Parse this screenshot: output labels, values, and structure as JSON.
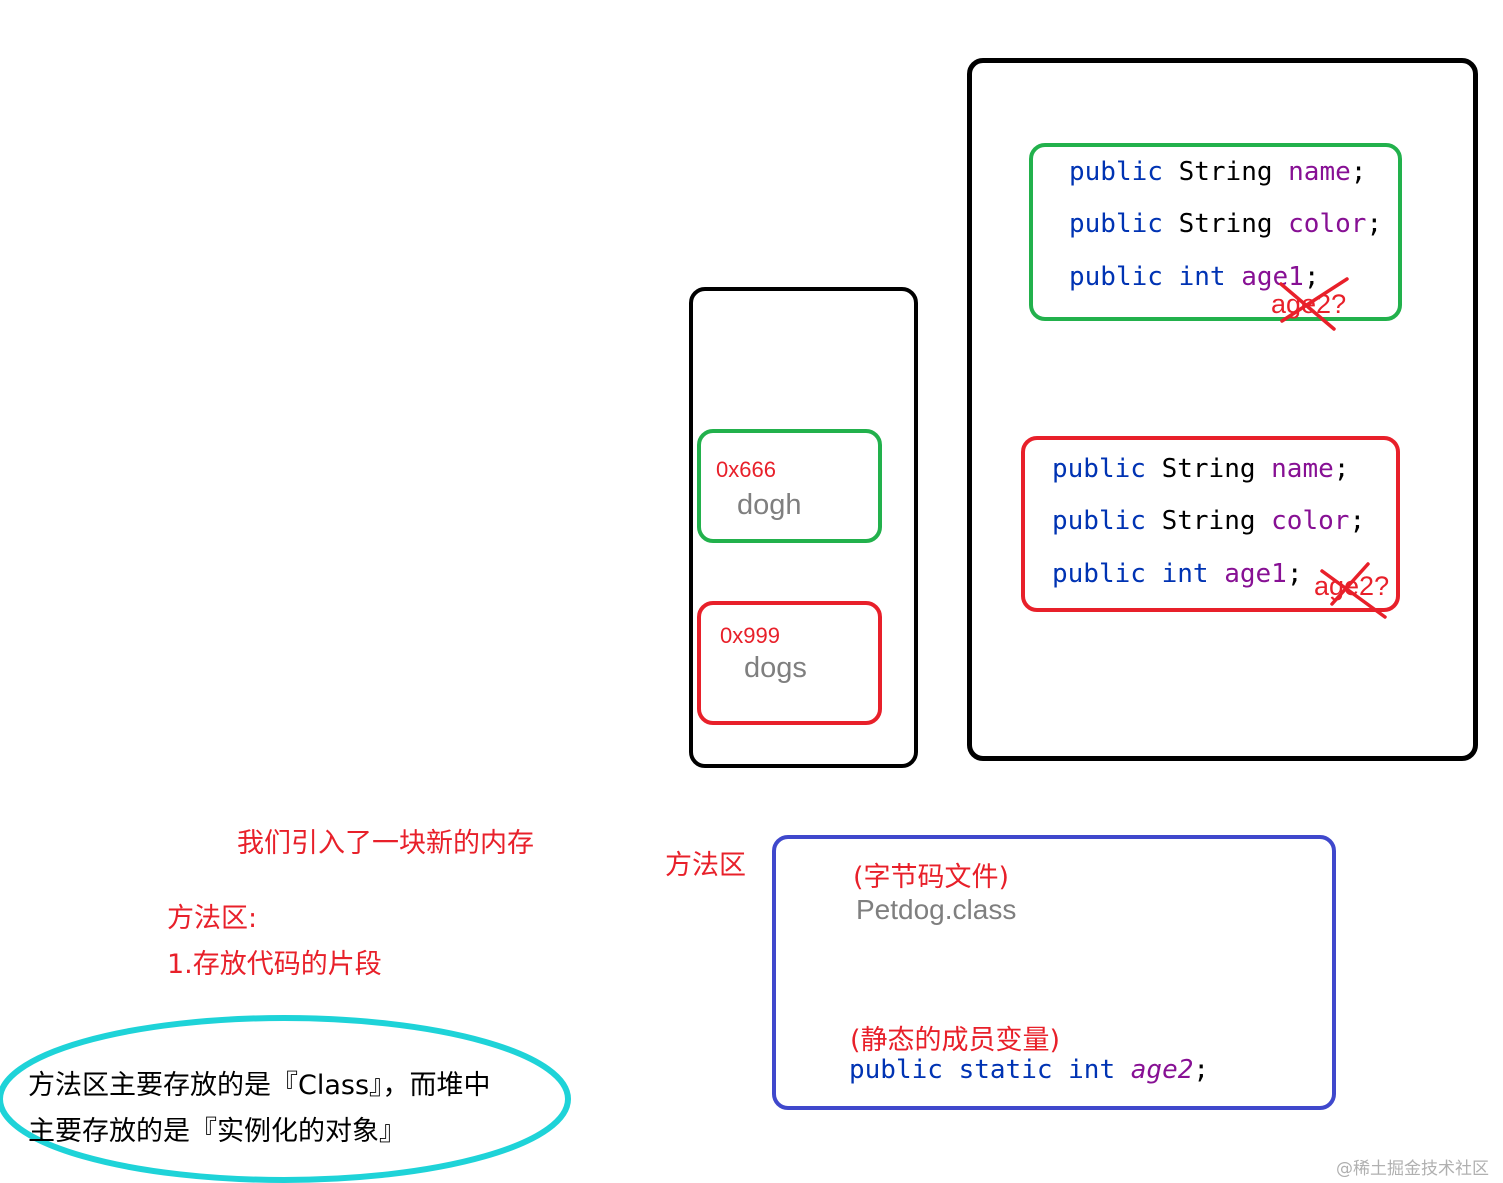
{
  "stack": {
    "refs": [
      {
        "address": "0x666",
        "name": "dogh",
        "color": "#22b14c"
      },
      {
        "address": "0x999",
        "name": "dogs",
        "color": "#e8202a"
      }
    ]
  },
  "heap": {
    "objects": [
      {
        "color": "#22b14c",
        "lines": [
          {
            "kw1": "public",
            "type": "String",
            "field": "name",
            "end": ";"
          },
          {
            "kw1": "public",
            "type": "String",
            "field": "color",
            "end": ";"
          },
          {
            "kw1": "public",
            "type": "int",
            "field": "age1",
            "end": ";"
          }
        ],
        "crossed_label": "age2?"
      },
      {
        "color": "#e8202a",
        "lines": [
          {
            "kw1": "public",
            "type": "String",
            "field": "name",
            "end": ";"
          },
          {
            "kw1": "public",
            "type": "String",
            "field": "color",
            "end": ";"
          },
          {
            "kw1": "public",
            "type": "int",
            "field": "age1",
            "end": ";"
          }
        ],
        "crossed_label": "age2?"
      }
    ]
  },
  "method_area": {
    "side_label": "方法区",
    "bytecode_label": "(字节码文件)",
    "class_file": "Petdog.class",
    "static_label": "(静态的成员变量)",
    "static_code": {
      "kw1": "public",
      "kw2": "static",
      "kw3": "int",
      "field": "age2",
      "end": ";"
    },
    "color": "#3f48cc"
  },
  "notes": {
    "intro": "我们引入了一块新的内存",
    "method_title": "方法区:",
    "method_point": "1.存放代码的片段",
    "summary_line1": "方法区主要存放的是『Class』，而堆中",
    "summary_line2": "主要存放的是『实例化的对象』",
    "ellipse_color": "#1ed3d8"
  },
  "watermark": "@稀土掘金技术社区"
}
